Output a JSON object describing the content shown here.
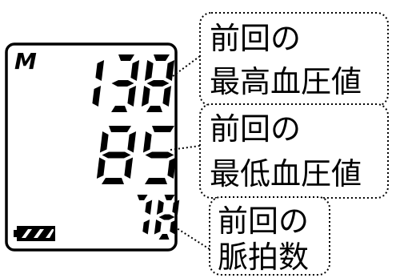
{
  "display": {
    "memory_label": "M",
    "systolic": "138",
    "diastolic": "85",
    "pulse": "78",
    "battery_level": "full"
  },
  "callouts": [
    {
      "line1": "前回の",
      "line2": "最高血圧値"
    },
    {
      "line1": "前回の",
      "line2": "最低血圧値"
    },
    {
      "line1": "前回の",
      "line2": "脈拍数"
    }
  ],
  "colors": {
    "ink": "#000000",
    "background": "#ffffff"
  }
}
